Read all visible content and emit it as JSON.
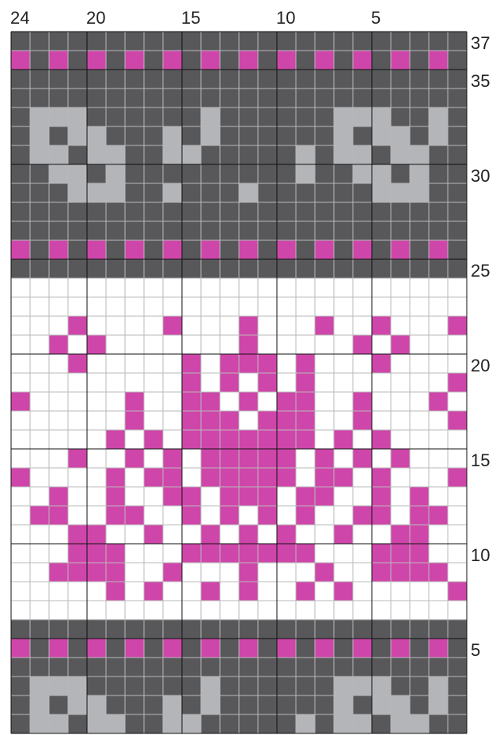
{
  "chart_data": {
    "type": "colorwork-chart",
    "columns": 24,
    "rows": 37,
    "column_labels": [
      {
        "col": 24,
        "text": "24"
      },
      {
        "col": 20,
        "text": "20"
      },
      {
        "col": 15,
        "text": "15"
      },
      {
        "col": 10,
        "text": "10"
      },
      {
        "col": 5,
        "text": "5"
      }
    ],
    "row_labels": [
      {
        "row": 37,
        "text": "37"
      },
      {
        "row": 35,
        "text": "35"
      },
      {
        "row": 30,
        "text": "30"
      },
      {
        "row": 25,
        "text": "25"
      },
      {
        "row": 20,
        "text": "20"
      },
      {
        "row": 15,
        "text": "15"
      },
      {
        "row": 10,
        "text": "10"
      },
      {
        "row": 5,
        "text": "5"
      }
    ],
    "colors": {
      "D": "#58585b",
      "W": "#ffffff",
      "P": "#cf46aa",
      "L": "#b3b5b8"
    },
    "grid": {
      "thin_line": "#b8b8b8",
      "thick_line": "#111111",
      "thick_every": 5
    },
    "rows_top_to_bottom": [
      "DDDDDDDDDDDDDDDDDDDDDDDD",
      "PDPDPDPDPDPDPDPDPDPDPDPD",
      "DDDDDDDDDDDDDDDDDDDDDDDD",
      "DDDDDDDDDDDDDDDDDDDDDDDD",
      "DLLLDDDDDDLDDDDDDLLLDDLD",
      "DLDLLDDDLDLDDDDDDLDLLDLD",
      "DLLDLLDDLLDDDDDLDLLDLLDD",
      "DDLLDLDDDDDDDDDLDDLLDLDD",
      "DDDLLLDDLDDDLDDDDDDLLLDD",
      "DDDDDDDDDDDDDDDDDDDDDDDD",
      "DDDDDDDDDDDDDDDDDDDDDDDD",
      "PDPDPDPDPDPDPDPDPDPDPDPD",
      "DDDDDDDDDDDDDDDDDDDDDDDD",
      "WWWWWWWWWWWWWWWWWWWWWWWW",
      "WWWWWWWWWWWWWWWWWWWWWWWW",
      "WWWPWWWWPWWWPWWWPWWPWWWP",
      "WWPWPWWWWWWWPWWWWWPWPWWW",
      "WWWPWWWWWPWPPPWPWWWPWWWW",
      "WWWWWWWWWPWPWPWPWWWWWWWP",
      "PWWWWWPWWPPWPWPPWWPWWWPW",
      "WWWWWWPWWPPPWPPPWWPWWWWP",
      "WWWWWPWPWPPPPPPPWPWPWWWW",
      "WWWPWWPWPWPPPPPWPWPWPWWW",
      "PWWWWPWPPWPPPPPWPPWPWWWP",
      "WWPWWPWWPPWPPPWPPWWPWPWW",
      "WPPWWPPWWPWPWPWPWWPPWPPW",
      "WWWPPWWPWWPWPWPWWPWWPPWW",
      "WWWPPPWWWPPPPPPPWWWPPPWW",
      "WWPPPPWWPWWWPWWWPWWPPPPW",
      "WWWWWPWPWWPWPWWPWPWWWWWP",
      "WWWWWWWWWWWWWWWWWWWWWWWW",
      "DDDDDDDDDDDDDDDDDDDDDDDD",
      "PDPDPDPDPDPDPDPDPDPDPDPD",
      "DDDDDDDDDDDDDDDDDDDDDDDD",
      "DLLLDDDDDDLDDDDDDLLLDDLD",
      "DLDLLDDDLDLDDDDDDLDLLDLD",
      "DLLDLLDDLLDDDDDLDLLDLLDD"
    ]
  }
}
